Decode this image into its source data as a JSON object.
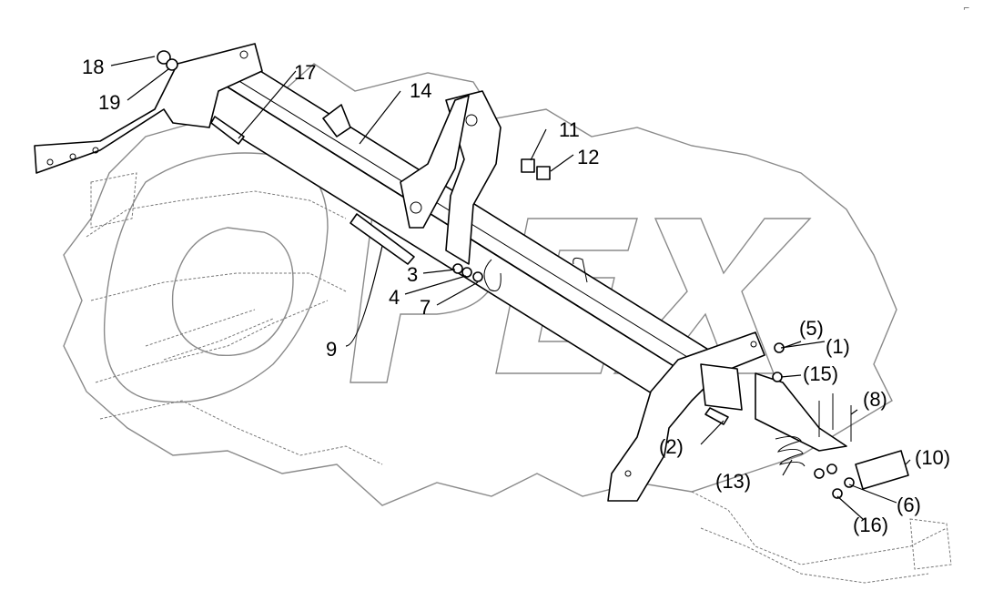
{
  "watermark": "OPEX",
  "corner_mark": "⌐",
  "labels": [
    "18",
    "19",
    "17",
    "14",
    "11",
    "12",
    "3",
    "4",
    "7",
    "9",
    "(5)",
    "(1)",
    "(15)",
    "(8)",
    "(2)",
    "(10)",
    "(13)",
    "(6)",
    "(16)"
  ]
}
